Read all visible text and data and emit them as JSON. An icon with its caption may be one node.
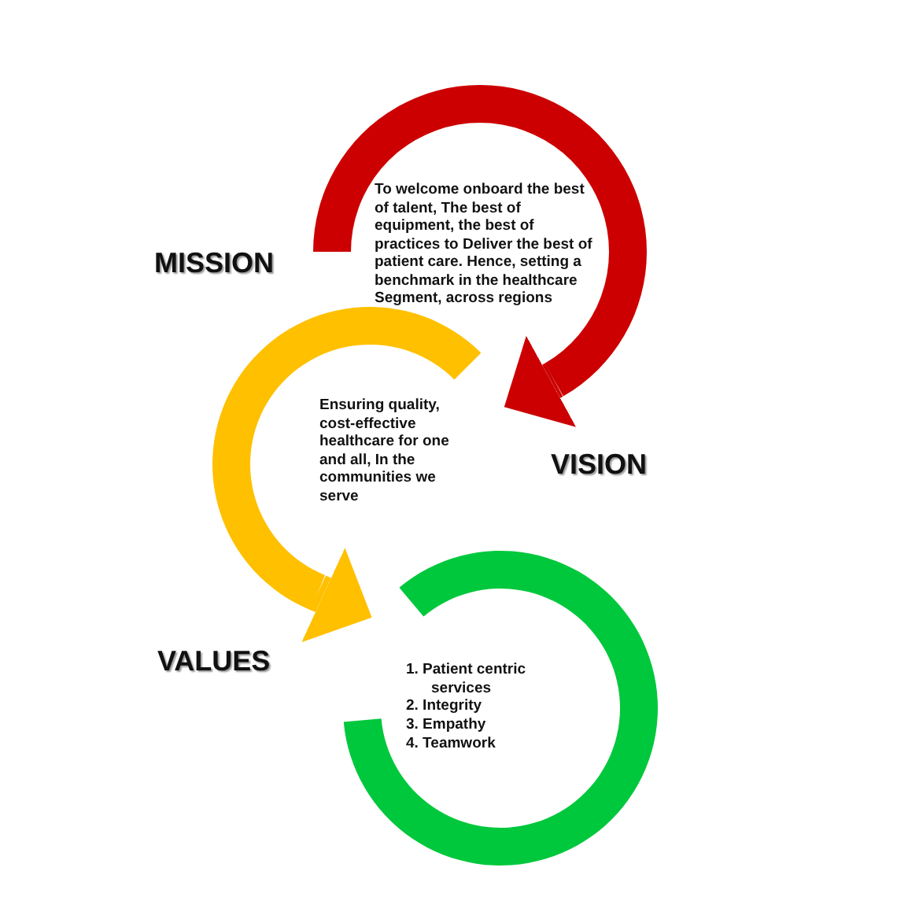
{
  "diagram": {
    "nodes": [
      {
        "text": [
          "MISSION",
          "To welcome onboard the best of talent, The best of equipment, the best of practices to Deliver the best of patient care. Hence, setting a benchmark in the healthcare Segment, across regions"
        ]
      },
      {
        "text": [
          "Ensuring quality, cost-effective healthcare for one and all, In the communities we serve",
          "VISION"
        ]
      },
      {
        "text": [
          "VALUES",
          "1. Patient centric services",
          "2. Integrity",
          "3. Empathy",
          "4. Teamwork"
        ]
      }
    ],
    "edges": [
      {
        "from": 0,
        "to": 1,
        "arrow": "to",
        "color": "#cc0000"
      },
      {
        "from": 1,
        "to": 2,
        "arrow": "to",
        "color": "#ffc000"
      }
    ]
  }
}
